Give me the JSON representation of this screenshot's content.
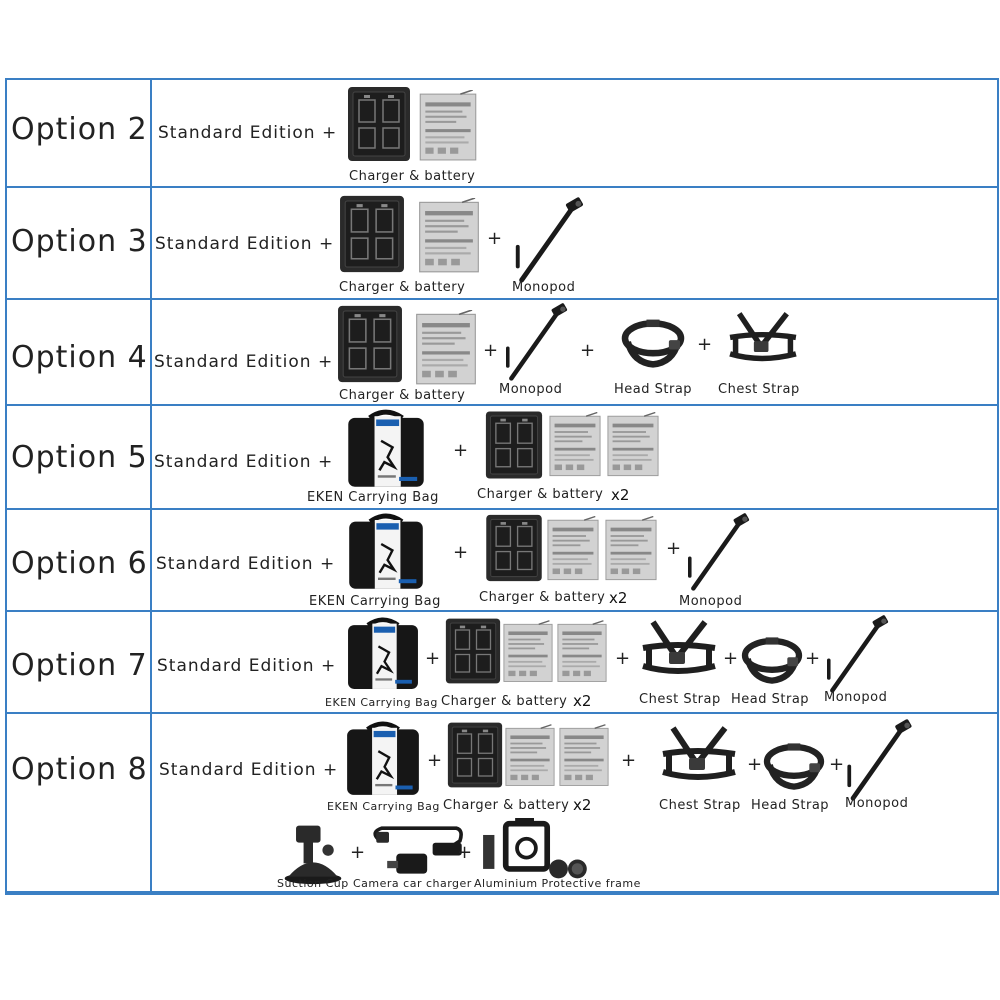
{
  "plus_sign": "+",
  "rows": [
    {
      "option": "Option 2",
      "standard": "Standard Edition +",
      "captions": {
        "charger": "Charger & battery"
      }
    },
    {
      "option": "Option 3",
      "standard": "Standard Edition +",
      "captions": {
        "charger": "Charger & battery",
        "monopod": "Monopod"
      }
    },
    {
      "option": "Option 4",
      "standard": "Standard Edition +",
      "captions": {
        "charger": "Charger & battery",
        "monopod": "Monopod",
        "head": "Head Strap",
        "chest": "Chest Strap"
      }
    },
    {
      "option": "Option 5",
      "standard": "Standard Edition +",
      "captions": {
        "bag": "EKEN Carrying Bag",
        "charger": "Charger & battery",
        "x2": "x2"
      }
    },
    {
      "option": "Option 6",
      "standard": "Standard Edition +",
      "captions": {
        "bag": "EKEN Carrying Bag",
        "charger": "Charger & battery",
        "x2": "x2",
        "monopod": "Monopod"
      }
    },
    {
      "option": "Option 7",
      "standard": "Standard Edition +",
      "captions": {
        "bag": "EKEN Carrying Bag",
        "charger": "Charger & battery",
        "x2": "x2",
        "chest": "Chest Strap",
        "head": "Head Strap",
        "monopod": "Monopod"
      }
    },
    {
      "option": "Option 8",
      "standard": "Standard Edition +",
      "captions": {
        "bag": "EKEN Carrying Bag",
        "charger": "Charger & battery",
        "x2": "x2",
        "chest": "Chest Strap",
        "head": "Head Strap",
        "monopod": "Monopod",
        "suction": "Suction Cup",
        "car_charger": "Camera car charger",
        "frame": "Aluminium Protective frame"
      }
    }
  ],
  "icons": [
    "charger-icon",
    "battery-icon",
    "monopod-icon",
    "head-strap-icon",
    "chest-strap-icon",
    "carrying-bag-icon",
    "suction-cup-icon",
    "car-charger-icon",
    "protective-frame-icon"
  ],
  "colors": {
    "grid_border": "#3a7fc4",
    "product_dark": "#222222",
    "battery_gray": "#cfcfcf"
  }
}
